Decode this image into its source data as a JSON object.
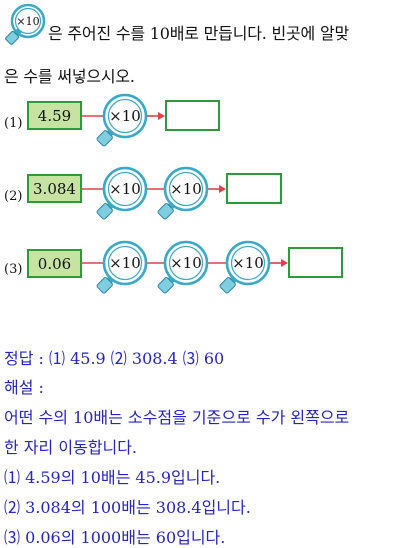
{
  "question": {
    "icon_label": "×10",
    "line1": "은 주어진 수를 10배로 만듭니다. 빈곳에 알맞",
    "line2": "은 수를 써넣으시오."
  },
  "rows": [
    {
      "label": "(1)",
      "value": "4.59",
      "magnifiers": [
        "×10"
      ]
    },
    {
      "label": "(2)",
      "value": "3.084",
      "magnifiers": [
        "×10",
        "×10"
      ]
    },
    {
      "label": "(3)",
      "value": "0.06",
      "magnifiers": [
        "×10",
        "×10",
        "×10"
      ]
    }
  ],
  "answer": {
    "title": "정답 : ⑴ 45.9 ⑵ 308.4 ⑶ 60",
    "explain_title": "해설 :",
    "explain1": "어떤 수의 10배는 소수점을 기준으로 수가 왼쪽으로",
    "explain2": "한 자리 이동합니다.",
    "line1": "⑴ 4.59의 10배는 45.9입니다.",
    "line2": "⑵ 3.084의 100배는 308.4입니다.",
    "line3": "⑶ 0.06의 1000배는 60입니다."
  },
  "colors": {
    "green_fill": "#c6e3a2",
    "green_border": "#2e9b3a",
    "arrow": "#e0404a",
    "lens_ring": "#39a9c6",
    "handle": "#7fcde0",
    "answer_text": "#2424c8"
  },
  "icons": [
    "magnifier-icon",
    "arrow-icon"
  ]
}
